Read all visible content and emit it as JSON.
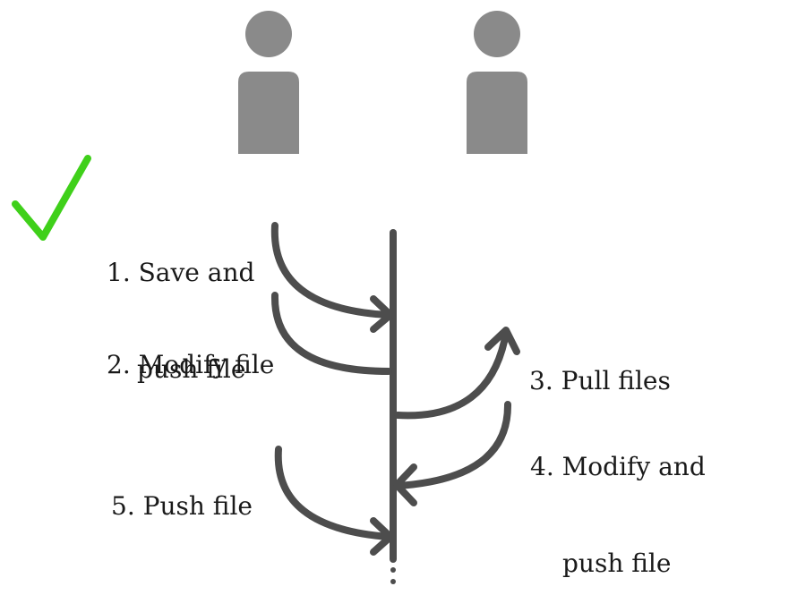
{
  "steps": {
    "s1": {
      "line1": "1. Save and",
      "line2": "push file"
    },
    "s2": {
      "line1": "2. Modify file"
    },
    "s3": {
      "line1": "3. Pull files"
    },
    "s4": {
      "line1": "4. Modify and",
      "line2": "push file"
    },
    "s5": {
      "line1": "5. Push file"
    }
  },
  "colors": {
    "person": "#8a8a8a",
    "line": "#4d4d4d",
    "check": "#3fd01a",
    "text": "#1a1a1a"
  },
  "icons": [
    "person-icon-left",
    "person-icon-right",
    "checkmark-icon"
  ]
}
